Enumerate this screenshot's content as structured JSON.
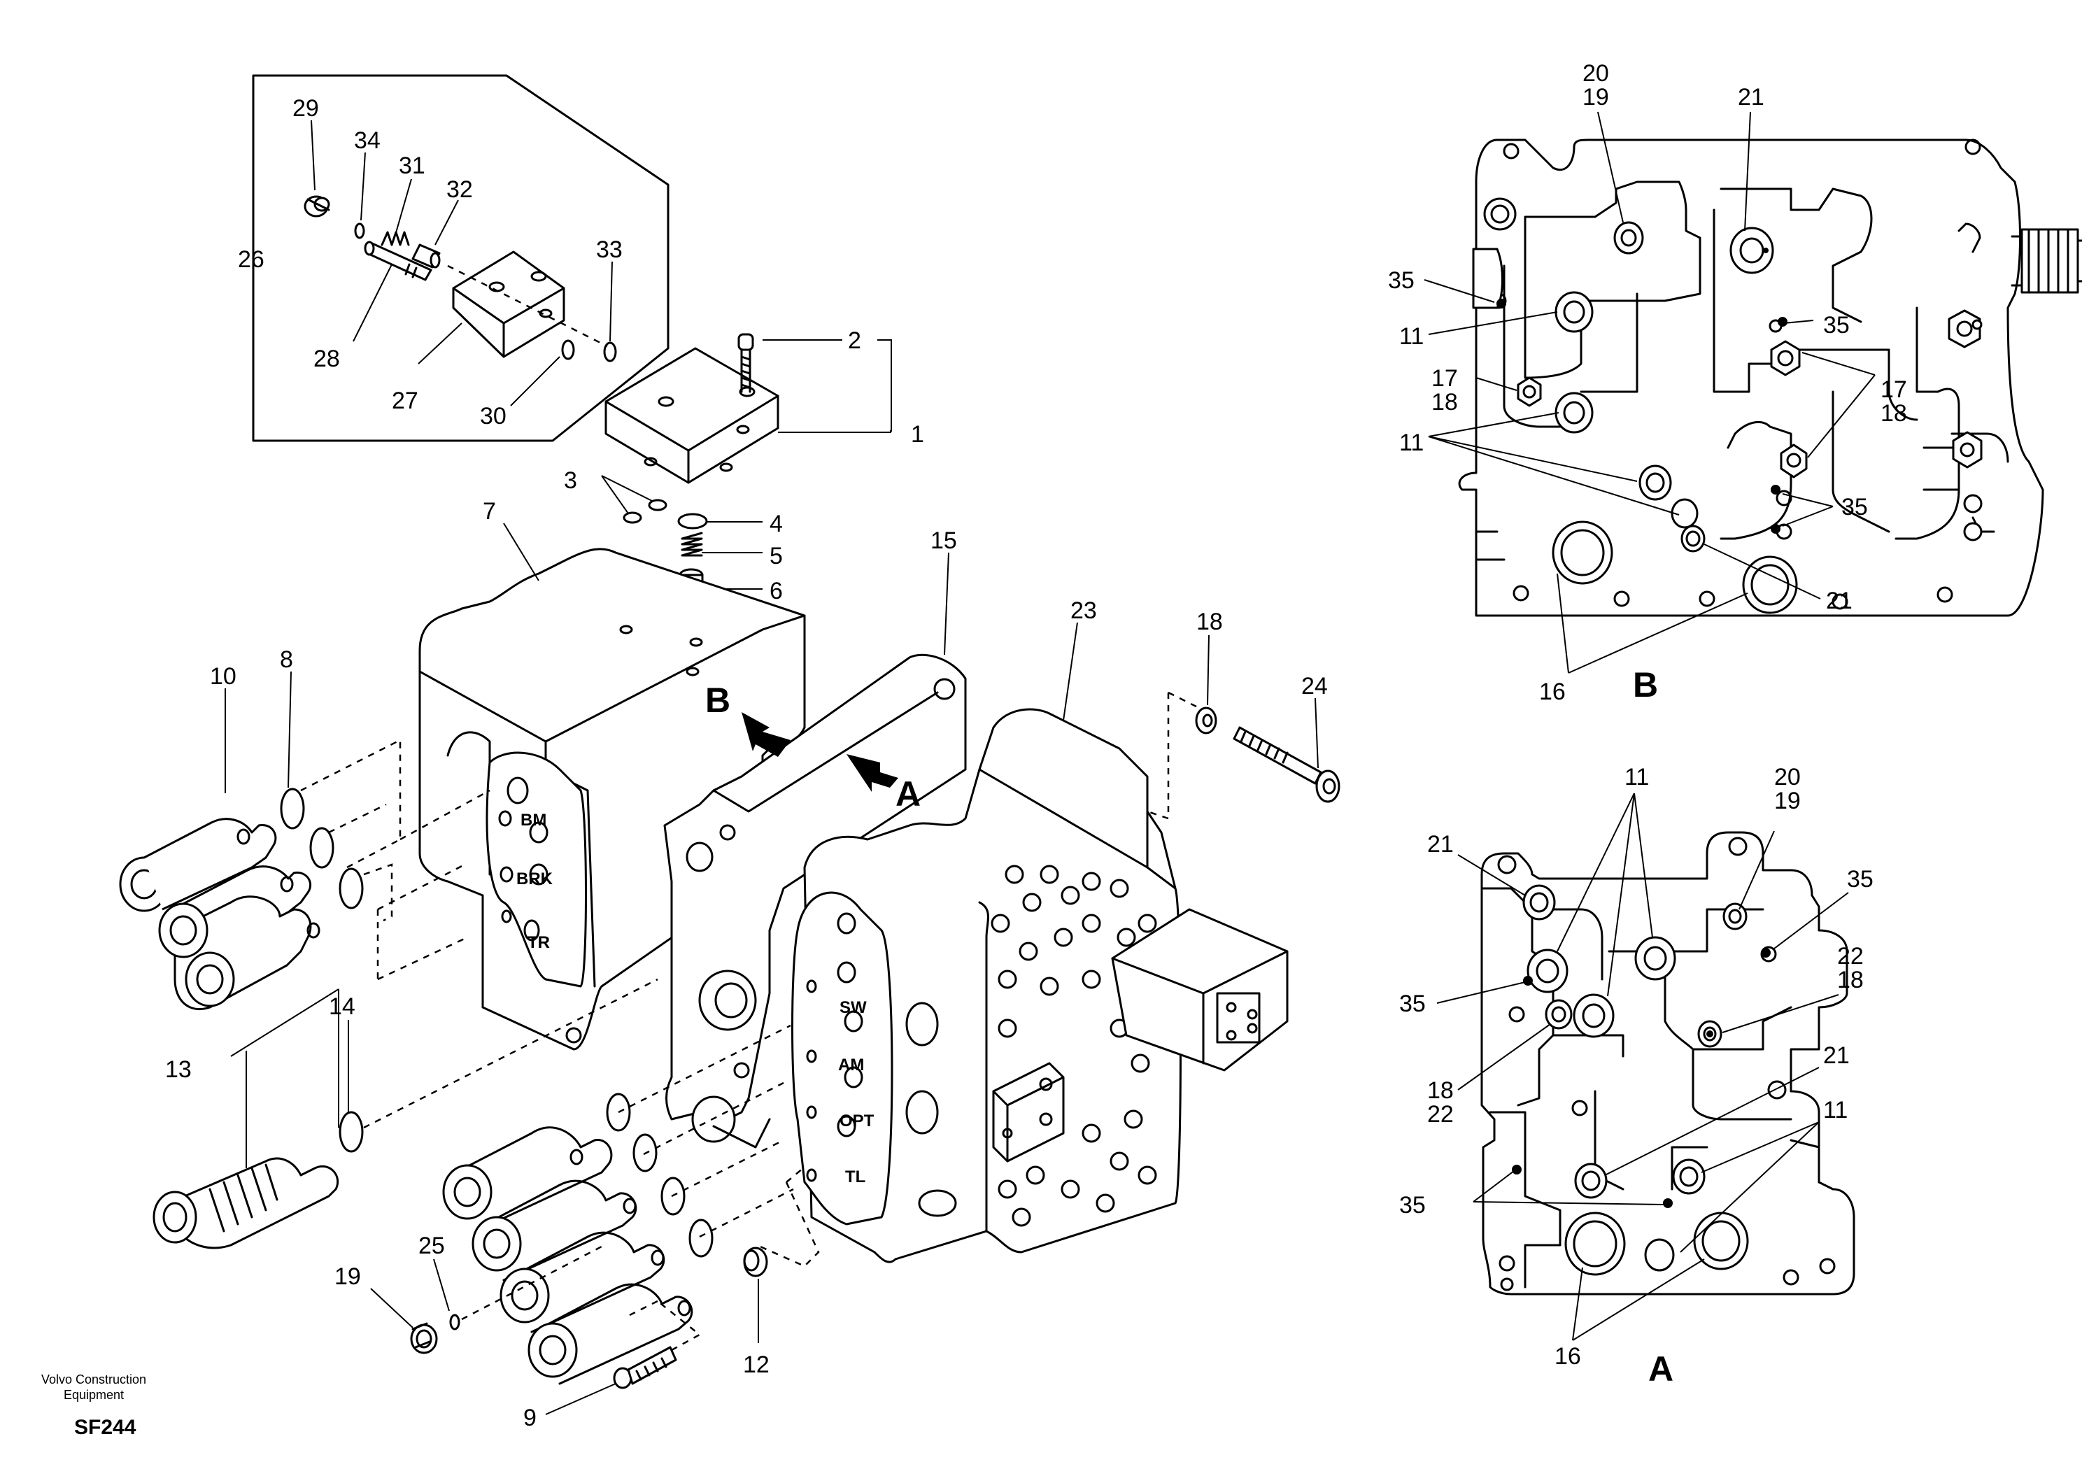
{
  "callouts": {
    "c1": "1",
    "c2": "2",
    "c3": "3",
    "c4": "4",
    "c5": "5",
    "c6": "6",
    "c7": "7",
    "c8": "8",
    "c9": "9",
    "c10": "10",
    "c12": "12",
    "c13": "13",
    "c14": "14",
    "c15": "15",
    "c18": "18",
    "c19": "19",
    "c23": "23",
    "c24": "24",
    "c25": "25",
    "c26": "26",
    "c27": "27",
    "c28": "28",
    "c29": "29",
    "c30": "30",
    "c31": "31",
    "c32": "32",
    "c33": "33",
    "c34": "34"
  },
  "view_markers": {
    "b": "B",
    "a": "A"
  },
  "spool_tags": [
    "BM",
    "BRK",
    "TR",
    "SW",
    "AM",
    "OPT",
    "TL"
  ],
  "view_b": {
    "title": "B",
    "labels": {
      "l20": "20",
      "l19": "19",
      "l21a": "21",
      "l35a": "35",
      "l35b": "35",
      "l11a": "11",
      "l17a": "17",
      "l18a": "18",
      "l17b": "17",
      "l18b": "18",
      "l11b": "11",
      "l35c": "35",
      "l21b": "21",
      "l16": "16"
    }
  },
  "view_a": {
    "title": "A",
    "labels": {
      "l11a": "11",
      "l20": "20",
      "l19": "19",
      "l21a": "21",
      "l35a": "35",
      "l22a": "22",
      "l18a": "18",
      "l35b": "35",
      "l18b": "18",
      "l22b": "22",
      "l21b": "21",
      "l11b": "11",
      "l35c": "35",
      "l16": "16"
    }
  },
  "footer": {
    "company_line1": "Volvo Construction",
    "company_line2": "Equipment",
    "ref": "SF244"
  }
}
